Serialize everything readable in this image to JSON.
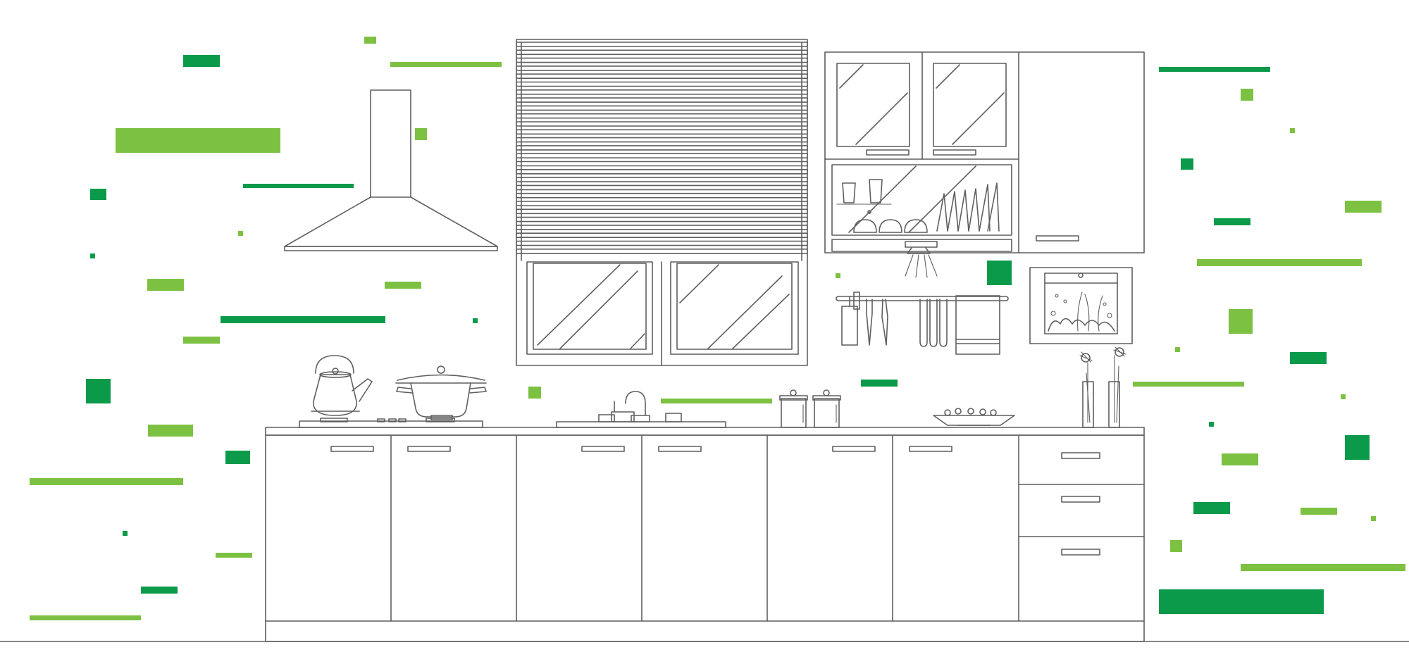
{
  "scene": {
    "subject": "kitchen-line-illustration",
    "line_color": "#5f5f5f",
    "background_color": "#ffffff",
    "accent_colors": {
      "dark_green": "#0a9a4a",
      "light_green": "#7dc142"
    },
    "elements": [
      "range-hood",
      "window-blinds",
      "upper-cabinets",
      "utensil-rail",
      "wall-picture",
      "kettle",
      "cooking-pot",
      "sink-faucet",
      "canisters",
      "fruit-bowl",
      "flower-vases",
      "base-cabinets",
      "drawers"
    ]
  }
}
